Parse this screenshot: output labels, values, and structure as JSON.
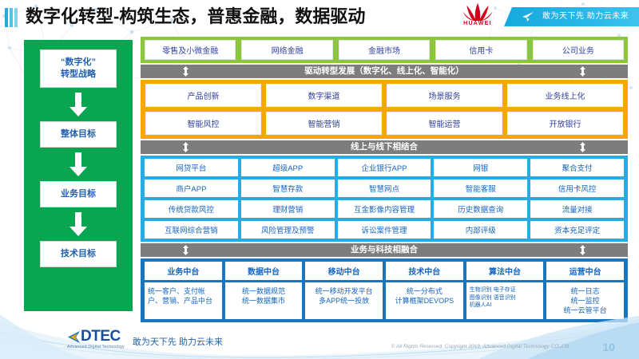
{
  "header": {
    "title": "数字化转型-构筑生态，普惠金融，数据驱动",
    "brand": "HUAWEI",
    "ribbon_text": "敢为天下先 助力云未来"
  },
  "left_column": {
    "items": [
      {
        "label": "“数字化”\n转型战略"
      },
      {
        "label": "整体目标"
      },
      {
        "label": "业务目标"
      },
      {
        "label": "技术目标"
      }
    ],
    "item_1": "“数字化”",
    "item_1b": "转型战略",
    "item_2": "整体目标",
    "item_3": "业务目标",
    "item_4": "技术目标"
  },
  "green_band": {
    "cells": [
      "零售及小微金融",
      "网络金融",
      "金融市场",
      "信用卡",
      "公司业务"
    ]
  },
  "divider_1": {
    "label": "驱动转型发展（数字化、线上化、智能化）"
  },
  "orange_band": {
    "cells": [
      "产品创新",
      "数字渠道",
      "场景服务",
      "业务线上化",
      "智能风控",
      "智能营销",
      "智能运营",
      "开放银行"
    ]
  },
  "divider_2": {
    "label": "线上与线下相结合"
  },
  "blue_band": {
    "cells": [
      "网贷平台",
      "超级APP",
      "企业银行APP",
      "网银",
      "聚合支付",
      "商户APP",
      "智慧存款",
      "智慧网点",
      "智能客服",
      "信用卡风控",
      "传统贷款风控",
      "理财营销",
      "互金影像内容管理",
      "历史数据查询",
      "流量对接",
      "互联网综合营销",
      "风险管理及预警",
      "诉讼案件管理",
      "内部评级",
      "资本充足评定"
    ]
  },
  "divider_3": {
    "label": "业务与科技相融合"
  },
  "navy_band": {
    "columns": [
      {
        "head": "业务中台",
        "body": "统一客户、支付帐户、营销、产品中台"
      },
      {
        "head": "数据中台",
        "body": "统一数据规范\n统一数据集市"
      },
      {
        "head": "移动中台",
        "body": "统一移动开发平台\n多APP统一投放"
      },
      {
        "head": "技术中台",
        "body": "统一分布式\n计算框架DEVOPS"
      },
      {
        "head": "算法中台",
        "body": "生物识别 电子存证\n图像识别 语音识别\n机器人AI"
      },
      {
        "head": "运营中台",
        "body": "统一日志\n统一监控\n统一云管平台"
      }
    ]
  },
  "footer": {
    "logo_text": "DTEC",
    "logo_sub": "Advanced Digital Technology",
    "slogan": "敢为天下先   助力云未来",
    "copyright": "© All Rights Reserved. Copyright 2019, Advanced Digital Technology CO.,Ltd",
    "page_number": "10"
  },
  "colors": {
    "green_band": "#8cc63e",
    "left_green": "#0aa550",
    "orange": "#f5a800",
    "blue": "#29abe2",
    "navy": "#1b75bb",
    "gray_divider": "#7d7d7d",
    "huawei_red": "#d0021b",
    "cell_text": "#2f3fa0"
  }
}
